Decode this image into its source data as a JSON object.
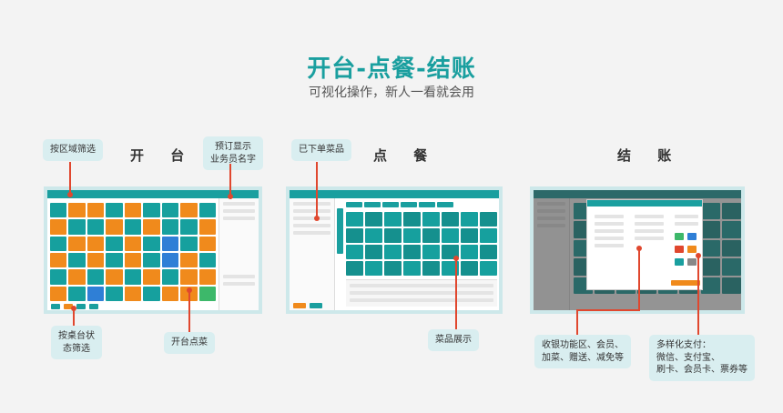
{
  "header": {
    "title": "开台-点餐-结账",
    "subtitle": "可视化操作，新人一看就会用"
  },
  "sections": {
    "open": "开 台",
    "order": "点 餐",
    "checkout": "结 账"
  },
  "callouts": {
    "area_filter": "按区域筛选",
    "salesperson": "预订显示\n业务员名字",
    "status_filter": "按桌台状\n态筛选",
    "open_order": "开台点菜",
    "ordered_dishes": "已下单菜品",
    "dish_display": "菜品展示",
    "cashier_area": "收银功能区、会员、\n加菜、赠送、减免等",
    "payments": "多样化支付：\n微信、支付宝、\n刷卡、会员卡、票券等"
  },
  "colors": {
    "accent": "#1a9f9f",
    "orange": "#f08a1c",
    "blue": "#2f7fd6",
    "green": "#3db86a",
    "callout_bg": "#d9eef0",
    "pointer": "#e0472e"
  }
}
